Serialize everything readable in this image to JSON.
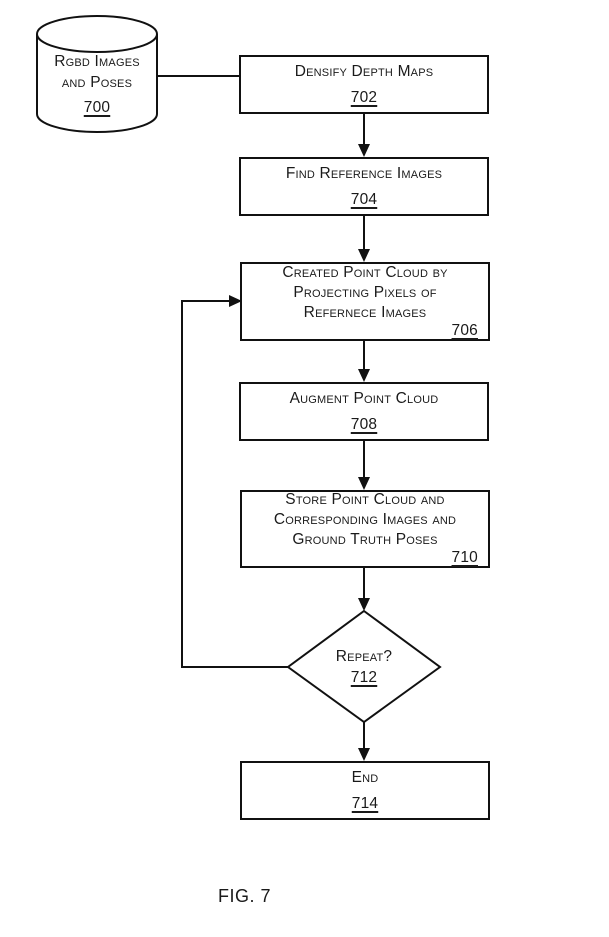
{
  "figure": {
    "caption": "FIG. 7",
    "colors": {
      "line": "#111111",
      "text": "#1a1a1a",
      "background": "#ffffff"
    },
    "nodes": [
      {
        "id": "700",
        "shape": "cylinder",
        "role": "data-store",
        "lines": [
          "Rgbd Images",
          "and Poses"
        ],
        "ref": "700"
      },
      {
        "id": "702",
        "shape": "rect",
        "role": "process",
        "lines": [
          "Densify Depth Maps"
        ],
        "ref": "702"
      },
      {
        "id": "704",
        "shape": "rect",
        "role": "process",
        "lines": [
          "Find Reference Images"
        ],
        "ref": "704"
      },
      {
        "id": "706",
        "shape": "rect",
        "role": "process",
        "lines": [
          "Created Point Cloud by",
          "Projecting Pixels of",
          "Refernece Images"
        ],
        "ref": "706"
      },
      {
        "id": "708",
        "shape": "rect",
        "role": "process",
        "lines": [
          "Augment Point Cloud"
        ],
        "ref": "708"
      },
      {
        "id": "710",
        "shape": "rect",
        "role": "process",
        "lines": [
          "Store Point Cloud and",
          "Corresponding Images and",
          "Ground Truth Poses"
        ],
        "ref": "710"
      },
      {
        "id": "712",
        "shape": "diamond",
        "role": "decision",
        "lines": [
          "Repeat?"
        ],
        "ref": "712"
      },
      {
        "id": "714",
        "shape": "rect",
        "role": "terminator",
        "lines": [
          "End"
        ],
        "ref": "714"
      }
    ],
    "edges": [
      {
        "from": "700",
        "to": "702",
        "arrowhead": false
      },
      {
        "from": "702",
        "to": "704",
        "arrowhead": true
      },
      {
        "from": "704",
        "to": "706",
        "arrowhead": true
      },
      {
        "from": "706",
        "to": "708",
        "arrowhead": true
      },
      {
        "from": "708",
        "to": "710",
        "arrowhead": true
      },
      {
        "from": "710",
        "to": "712",
        "arrowhead": true
      },
      {
        "from": "712",
        "to": "706",
        "arrowhead": true,
        "style": "loop-back"
      },
      {
        "from": "712",
        "to": "714",
        "arrowhead": true
      }
    ]
  }
}
